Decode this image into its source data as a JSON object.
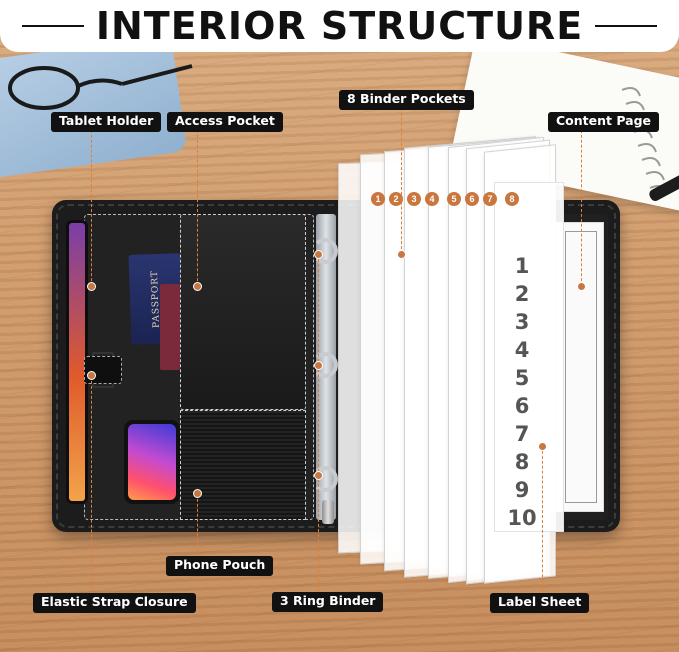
{
  "title": "INTERIOR STRUCTURE",
  "callouts": {
    "tablet_holder": "Tablet Holder",
    "access_pocket": "Access Pocket",
    "binder_pockets": "8 Binder Pockets",
    "content_page": "Content Page",
    "phone_pouch": "Phone Pouch",
    "elastic_strap": "Elastic Strap Closure",
    "ring_binder": "3 Ring Binder",
    "label_sheet": "Label Sheet"
  },
  "pocket_tabs": [
    "1",
    "2",
    "3",
    "4",
    "5",
    "6",
    "7",
    "8"
  ],
  "label_numbers": [
    "1",
    "2",
    "3",
    "4",
    "5",
    "6",
    "7",
    "8",
    "9",
    "10"
  ],
  "passport_text": "PASSPORT",
  "colors": {
    "accent": "#c9763f",
    "callout_bg": "#111111",
    "folio": "#1c1c1c"
  }
}
